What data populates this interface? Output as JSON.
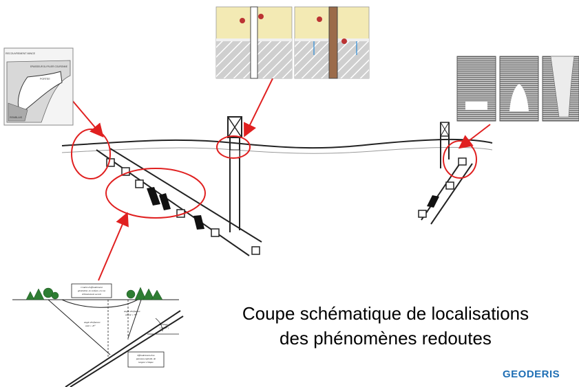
{
  "caption": {
    "line1": "Coupe schématique de localisations",
    "line2": "des phénomènes redoutes"
  },
  "logo": "GEODERIS",
  "inset_topleft": {
    "labels": [
      "RECOUVREMENT MINCE",
      "EPAISSEUR DU PILIER COURONNE",
      "PORTEE",
      "REMBLAIS"
    ]
  },
  "inset_bottomleft": {
    "box1": [
      "Cratère d'effondrement",
      "généralisé, en surface, en cas",
      "d'éboulement au toit"
    ],
    "angle_amont": [
      "Angle d'influence",
      "amont = 70°"
    ],
    "angle_aval": [
      "Angle d'influence",
      "aval = 45°"
    ],
    "pendage": [
      "Pendage",
      "( 50-60° )"
    ],
    "box2": [
      "Effondrement d'un",
      "panneau exploité, de",
      "largeur critique"
    ]
  },
  "colors": {
    "highlight_red": "#e02020",
    "ground_line": "#222222",
    "logo_blue": "#1f6fb5"
  }
}
